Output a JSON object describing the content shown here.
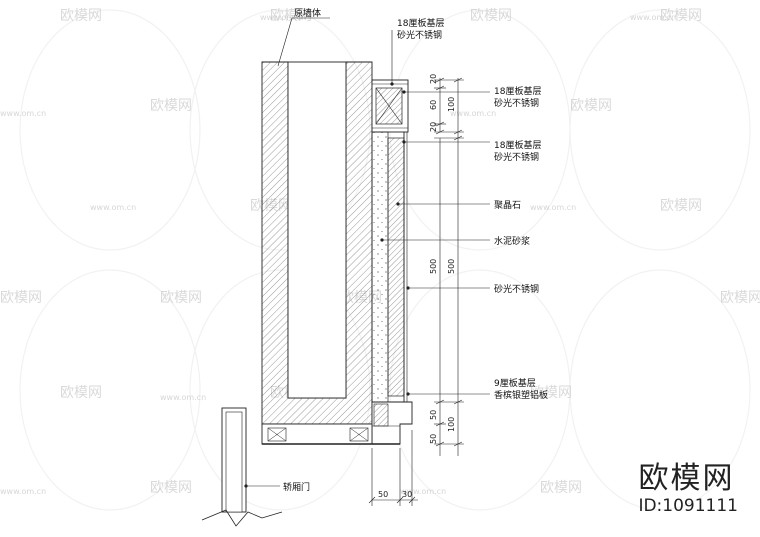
{
  "labels": {
    "original_wall": "原墙体",
    "panel_18_top": "18厘板基层",
    "ss_brushed_top": "砂光不锈钢",
    "panel_18_r1": "18厘板基层",
    "ss_brushed_r1": "砂光不锈钢",
    "panel_18_r2": "18厘板基层",
    "ss_brushed_r2": "砂光不锈钢",
    "crystal_stone": "聚晶石",
    "cement_mortar": "水泥砂浆",
    "ss_brushed_r3": "砂光不锈钢",
    "panel_9": "9厘板基层",
    "alu_plastic": "香槟银塑铝板",
    "elevator_door": "轿厢门"
  },
  "dims": {
    "d20a": "20",
    "d60": "60",
    "d100a": "100",
    "d20b": "20",
    "d500a": "500",
    "d500b": "500",
    "d50a": "50",
    "d50b": "50",
    "d100b": "100",
    "d50c": "50",
    "d30": "30"
  },
  "watermark": {
    "text": "欧模网",
    "url": "www.om.cn"
  },
  "brand": {
    "logo": "欧模网",
    "id": "ID:1091111"
  }
}
